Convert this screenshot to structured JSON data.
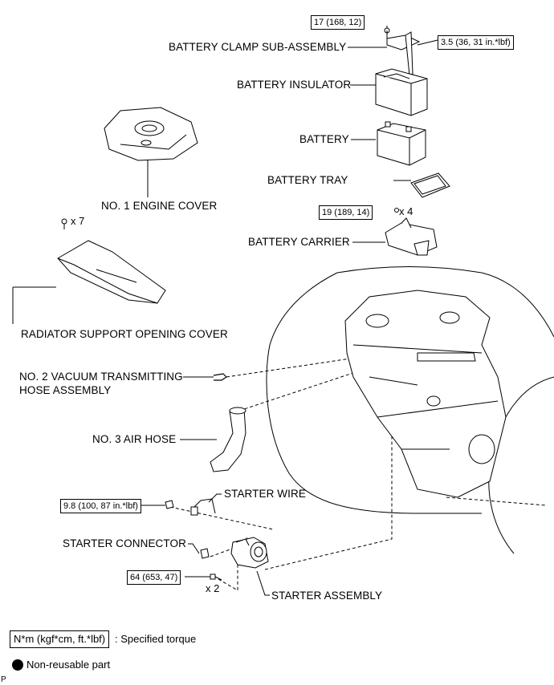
{
  "parts": {
    "battery_clamp": "BATTERY CLAMP SUB-ASSEMBLY",
    "battery_insulator": "BATTERY INSULATOR",
    "battery": "BATTERY",
    "battery_tray": "BATTERY TRAY",
    "battery_carrier": "BATTERY CARRIER",
    "engine_cover": "NO. 1 ENGINE COVER",
    "radiator_cover": "RADIATOR SUPPORT OPENING COVER",
    "vacuum_hose_line1": "NO. 2 VACUUM TRANSMITTING",
    "vacuum_hose_line2": "HOSE ASSEMBLY",
    "air_hose": "NO. 3 AIR HOSE",
    "starter_wire": "STARTER WIRE",
    "starter_connector": "STARTER CONNECTOR",
    "starter_assembly": "STARTER ASSEMBLY"
  },
  "torques": {
    "clamp_bolt": "17 (168, 12)",
    "clamp_nut": "3.5 (36, 31 in.*lbf)",
    "carrier_bolts": "19 (189, 14)",
    "starter_wire_nut": "9.8 (100, 87 in.*lbf)",
    "starter_bolts": "64 (653, 47)"
  },
  "quantities": {
    "radiator_clips": "x 7",
    "carrier_bolts": "x 4",
    "starter_bolts": "x 2"
  },
  "legend": {
    "torque_unit": "N*m (kgf*cm, ft.*lbf)",
    "torque_desc": ": Specified torque",
    "nonreusable_desc": "Non-reusable part"
  },
  "footer_code": "P"
}
